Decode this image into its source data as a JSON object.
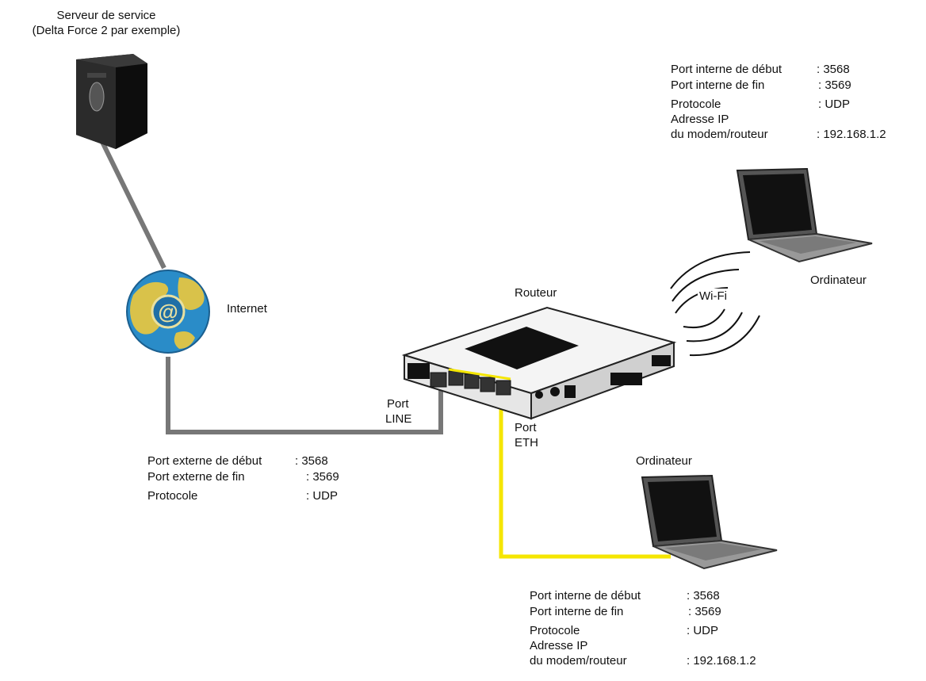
{
  "server": {
    "label_line1": "Serveur de service",
    "label_line2": "(Delta Force 2 par exemple)"
  },
  "internet": {
    "label": "Internet"
  },
  "router": {
    "label": "Routeur",
    "port_line_1": "Port",
    "port_line_2": "LINE",
    "port_eth_1": "Port",
    "port_eth_2": "ETH"
  },
  "wifi": {
    "label": "Wi-Fi"
  },
  "wifi_computer": {
    "label": "Ordinateur",
    "settings": {
      "start_label": "Port interne de début",
      "start_value": ": 3568",
      "end_label": "Port interne de fin",
      "end_value": ": 3569",
      "proto_label": "Protocole",
      "proto_value": ": UDP",
      "ip_label_1": "Adresse IP",
      "ip_label_2": "du modem/routeur",
      "ip_value": ": 192.168.1.2"
    }
  },
  "external": {
    "start_label": "Port externe de début",
    "start_value": ": 3568",
    "end_label": "Port externe de fin",
    "end_value": ": 3569",
    "proto_label": "Protocole",
    "proto_value": ": UDP"
  },
  "eth_computer": {
    "label": "Ordinateur",
    "settings": {
      "start_label": "Port interne de début",
      "start_value": ": 3568",
      "end_label": "Port interne de fin",
      "end_value": ": 3569",
      "proto_label": "Protocole",
      "proto_value": ": UDP",
      "ip_label_1": "Adresse IP",
      "ip_label_2": "du modem/routeur",
      "ip_value": ": 192.168.1.2"
    }
  },
  "colors": {
    "cable_grey": "#777777",
    "cable_yellow": "#f5e600",
    "globe_blue": "#2a8cc8",
    "globe_land": "#d9c24a"
  }
}
